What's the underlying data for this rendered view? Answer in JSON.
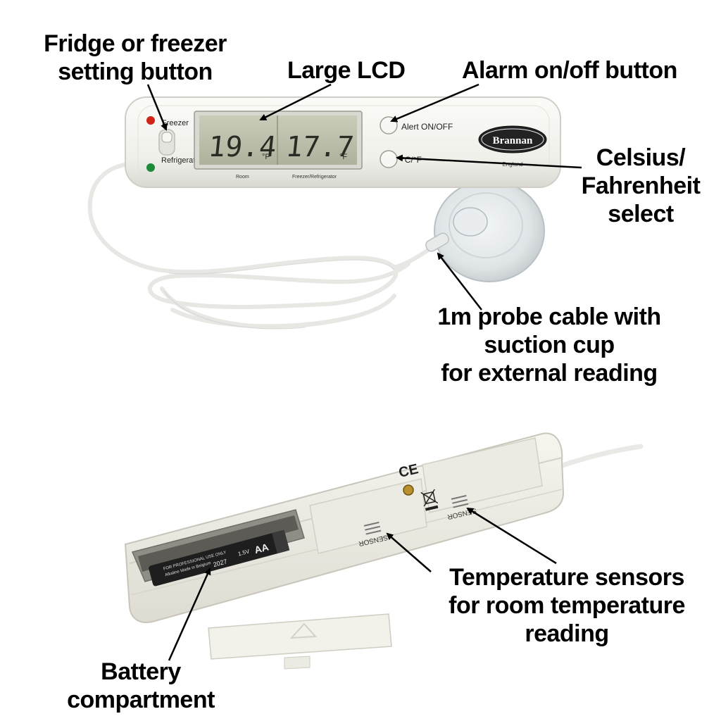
{
  "device_top": {
    "brand": "Brannan",
    "origin": "England",
    "led_top_label": "Freezer",
    "led_bottom_label": "Refrigerator",
    "lcd_left_value": "19.4",
    "lcd_left_unit": "°F",
    "lcd_right_value": "17.7",
    "lcd_right_unit": "°F",
    "lcd_left_caption": "Room",
    "lcd_right_caption": "Freezer/Refrigerator",
    "alert_button_label": "Alert  ON/OFF",
    "unit_button_label": "°C/°F"
  },
  "device_bottom": {
    "ce_mark": "CE",
    "sensor_label_1": "SENSOR",
    "sensor_label_2": "SENSOR",
    "battery_text_1": "FOR PROFESSIONAL USE ONLY",
    "battery_text_2": "Alkaline  Made in Belgium",
    "battery_text_3": "2027",
    "battery_text_4": "1.5V",
    "battery_text_5": "AA"
  },
  "callouts": {
    "fridge_button": [
      "Fridge or freezer",
      "setting button"
    ],
    "lcd": [
      "Large LCD"
    ],
    "alarm_button": [
      "Alarm on/off button"
    ],
    "unit_select": [
      "Celsius/",
      "Fahrenheit",
      "select"
    ],
    "probe": [
      "1m probe cable with",
      "suction cup",
      "for external reading"
    ],
    "sensors": [
      "Temperature sensors",
      "for room temperature",
      "reading"
    ],
    "battery": [
      "Battery",
      "compartment"
    ]
  }
}
